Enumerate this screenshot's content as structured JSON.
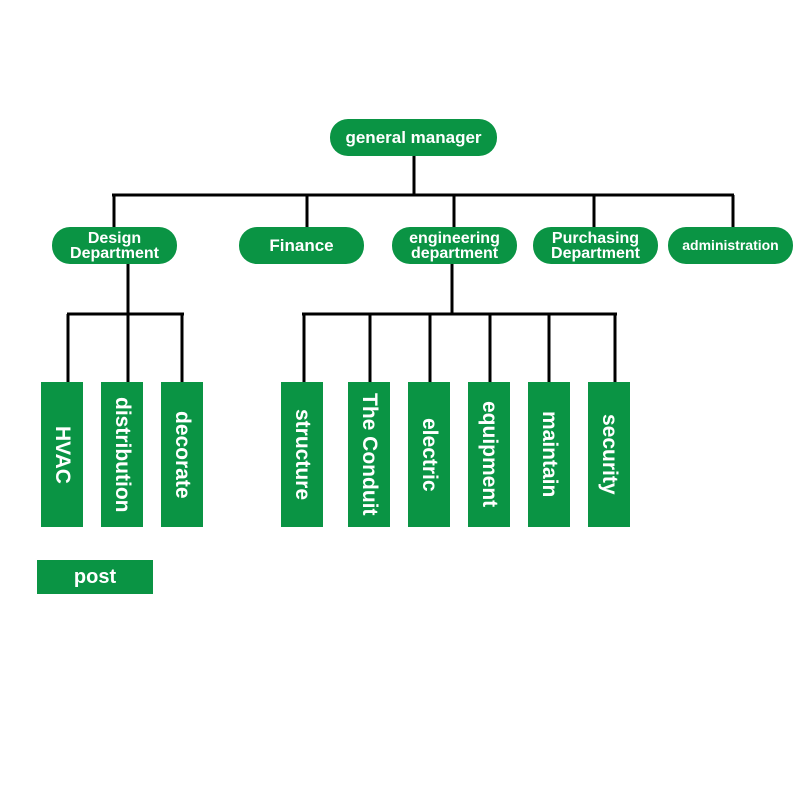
{
  "colors": {
    "box_fill": "#0a9444",
    "line": "#000000",
    "text": "#ffffff"
  },
  "root": {
    "label": "general manager"
  },
  "departments": [
    {
      "id": "design",
      "label_line1": "Design",
      "label_line2": "Department"
    },
    {
      "id": "finance",
      "label": "Finance"
    },
    {
      "id": "engineering",
      "label_line1": "engineering",
      "label_line2": "department"
    },
    {
      "id": "purchasing",
      "label_line1": "Purchasing",
      "label_line2": "Department"
    },
    {
      "id": "administration",
      "label": "administration"
    }
  ],
  "posts": {
    "design": [
      "HVAC",
      "distribution",
      "decorate"
    ],
    "engineering": [
      "structure",
      "The Conduit",
      "electric",
      "equipment",
      "maintain",
      "security"
    ]
  },
  "legend": {
    "label": "post"
  }
}
